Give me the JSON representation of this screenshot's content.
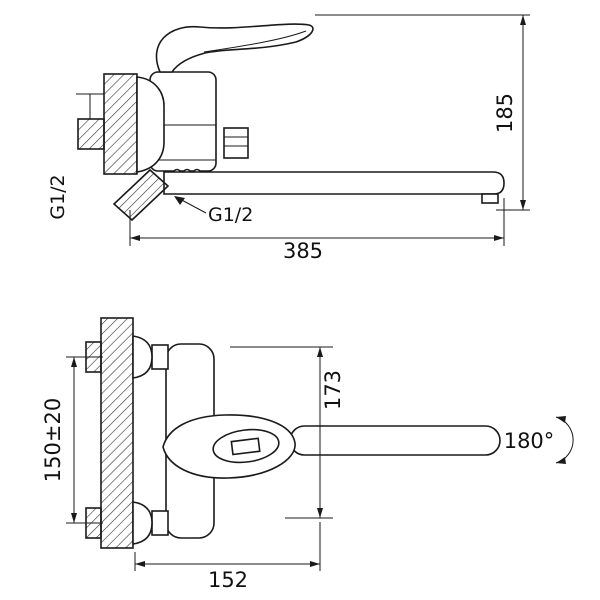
{
  "colors": {
    "line": "#1a1a1a",
    "background": "#ffffff"
  },
  "side_view": {
    "dim_height": "185",
    "dim_reach": "385",
    "thread_shower": "G1/2",
    "thread_spout": "G1/2"
  },
  "front_view": {
    "dim_body_height": "173",
    "dim_inlet_spacing": "150±20",
    "dim_width": "152",
    "swivel_angle": "180°"
  }
}
